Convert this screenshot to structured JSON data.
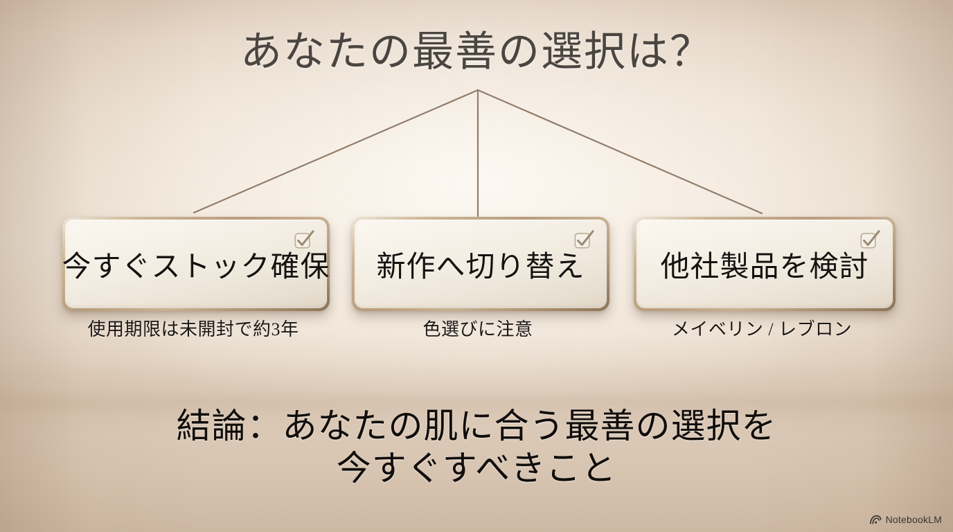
{
  "slide": {
    "title": "あなたの最善の選択は？",
    "options": [
      {
        "label": "今すぐストック確保",
        "caption": "使用期限は未開封で約3年",
        "check_icon": "checkbox-checked-icon"
      },
      {
        "label": "新作へ切り替え",
        "caption": "色選びに注意",
        "check_icon": "checkbox-checked-icon"
      },
      {
        "label": "他社製品を検討",
        "caption": "メイベリン / レブロン",
        "check_icon": "checkbox-checked-icon"
      }
    ],
    "conclusion": {
      "line1": "結論：あなたの肌に合う最善の選択を",
      "line2": "今すぐすべきこと"
    },
    "watermark": {
      "label": "NotebookLM",
      "icon": "notebooklm-logo-icon"
    },
    "colors": {
      "background_light": "#f2e9dd",
      "background_dark": "#cdb8a4",
      "title_text": "#4a4540",
      "body_text": "#15120f",
      "box_border_gold": "#b79d7c",
      "connector_line": "#8a7360"
    }
  }
}
